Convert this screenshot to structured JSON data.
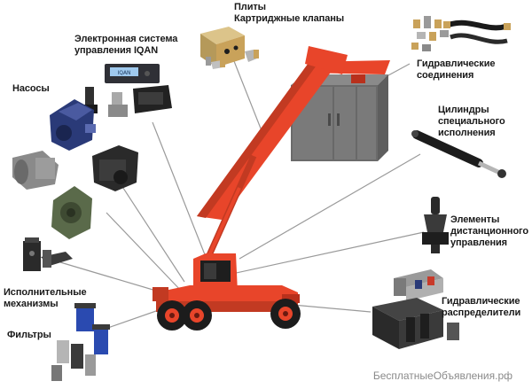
{
  "labels": {
    "plates": {
      "line1": "Плиты",
      "line2": "Картриджные клапаны"
    },
    "control": {
      "line1": "Электронная система",
      "line2": "управления IQAN"
    },
    "pumps": {
      "line1": "Насосы"
    },
    "fittings": {
      "line1": "Гидравлические",
      "line2": "соединения"
    },
    "cylinders": {
      "line1": "Цилиндры",
      "line2": "специального",
      "line3": "исполнения"
    },
    "remote": {
      "line1": "Элементы",
      "line2": "дистанционного",
      "line3": "управления"
    },
    "actuators": {
      "line1": "Исполнительные",
      "line2": "механизмы"
    },
    "valves": {
      "line1": "Гидравлические",
      "line2": "распределители"
    },
    "filters": {
      "line1": "Фильтры"
    }
  },
  "watermark": "БесплатныеОбъявления.рф",
  "device": {
    "display_text": "IQAN"
  },
  "colors": {
    "crane_red": "#e8452a",
    "crane_dark_red": "#b8301c",
    "cargo_gray": "#6c6c6c",
    "tire_black": "#1c1c1c",
    "leader_gray": "#9a9a9a",
    "component_blue": "#2a3a78",
    "brass": "#c9a25a"
  }
}
